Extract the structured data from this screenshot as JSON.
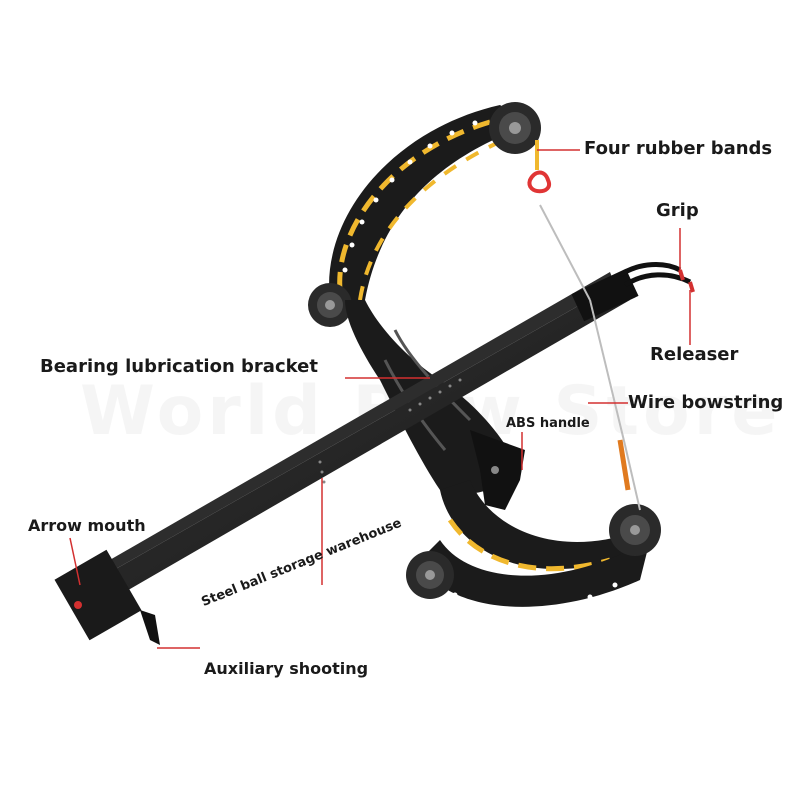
{
  "watermark": "World Bow Store",
  "labels": {
    "four_rubber_bands": "Four rubber bands",
    "grip": "Grip",
    "releaser": "Releaser",
    "bearing_lubrication_bracket": "Bearing lubrication bracket",
    "wire_bowstring": "Wire bowstring",
    "abs_handle": "ABS handle",
    "arrow_mouth": "Arrow mouth",
    "steel_ball_storage_warehouse": "Steel ball storage warehouse",
    "auxiliary_shooting": "Auxiliary shooting"
  },
  "colors": {
    "frame": "#1b1b1b",
    "accent_yellow": "#f0b82e",
    "leader_line": "#d33030",
    "label_text": "#1a1a1a"
  }
}
